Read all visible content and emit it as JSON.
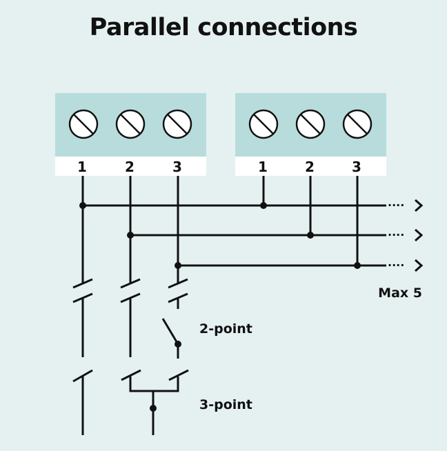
{
  "title": "Parallel connections",
  "terminal_blocks": [
    {
      "terminals": [
        "1",
        "2",
        "3"
      ]
    },
    {
      "terminals": [
        "1",
        "2",
        "3"
      ]
    }
  ],
  "labels": {
    "max": "Max 5",
    "two_point": "2-point",
    "three_point": "3-point"
  },
  "continuation": "····",
  "colors": {
    "background": "#e5f1f1",
    "terminal_block": "#b8dcdc",
    "terminal_label_strip": "#ffffff",
    "line": "#111111"
  },
  "icons": [
    "screw-terminal-icon",
    "arrow-right-icon",
    "switch-contact-icon"
  ]
}
